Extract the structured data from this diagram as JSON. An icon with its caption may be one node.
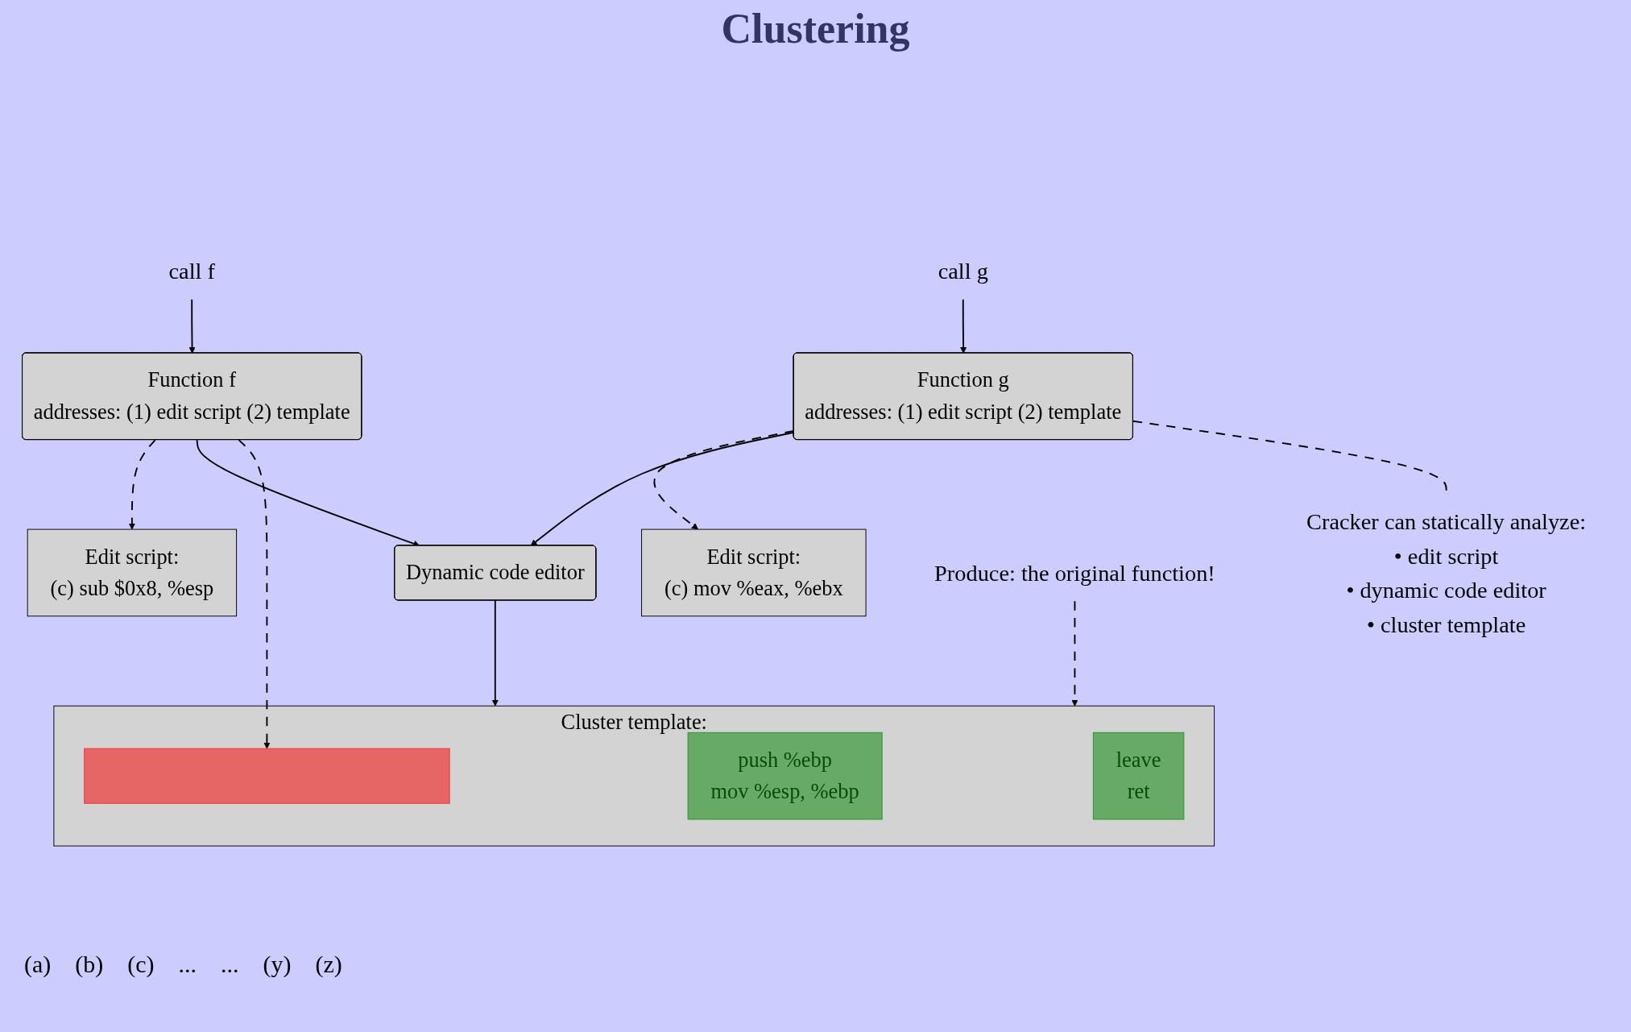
{
  "diagram": {
    "title": "Clustering",
    "nodes": [
      {
        "text": [
          "call f"
        ]
      },
      {
        "text": [
          "call g"
        ]
      },
      {
        "text": [
          "Function f",
          "addresses: (1) edit script (2) template"
        ]
      },
      {
        "text": [
          "Function g",
          "addresses: (1) edit script (2) template"
        ]
      },
      {
        "text": [
          "Edit script:",
          "(c) sub $0x8, %esp"
        ]
      },
      {
        "text": [
          "Edit script:",
          "(c) mov %eax, %ebx"
        ]
      },
      {
        "text": [
          "Dynamic code editor"
        ]
      },
      {
        "text": [
          "Cluster template:"
        ]
      },
      {
        "text": [
          "push %ebp",
          "mov %esp, %ebp"
        ],
        "in": 7
      },
      {
        "text": [],
        "shape": "bar",
        "in": 7
      },
      {
        "text": [
          "leave",
          "ret"
        ],
        "in": 7
      },
      {
        "text": [
          "Cracker can statically analyze:",
          "• edit script",
          "• dynamic code editor",
          "• cluster template"
        ]
      },
      {
        "text": [
          "Produce: the original function!"
        ]
      }
    ],
    "edges": [
      {
        "from": 0,
        "to": 2,
        "arrow": "to"
      },
      {
        "from": 1,
        "to": 3,
        "arrow": "to"
      },
      {
        "from": 2,
        "to": 4,
        "arrow": "to",
        "style": "dashed"
      },
      {
        "from": 3,
        "to": 5,
        "arrow": "to",
        "style": "dashed"
      },
      {
        "from": 2,
        "to": 6,
        "arrow": "to"
      },
      {
        "from": 3,
        "to": 6,
        "arrow": "to"
      },
      {
        "from": 6,
        "to": 7,
        "arrow": "to"
      },
      {
        "from": 2,
        "to": 9,
        "arrow": "to",
        "style": "dashed"
      },
      {
        "from": 3,
        "to": 11,
        "arrow": "none",
        "style": "dashed"
      },
      {
        "from": 12,
        "to": 7,
        "arrow": "to",
        "style": "dashed"
      }
    ],
    "labels": [
      "(a)",
      "(b)",
      "(c)",
      "...",
      "...",
      "(y)",
      "(z)"
    ]
  }
}
